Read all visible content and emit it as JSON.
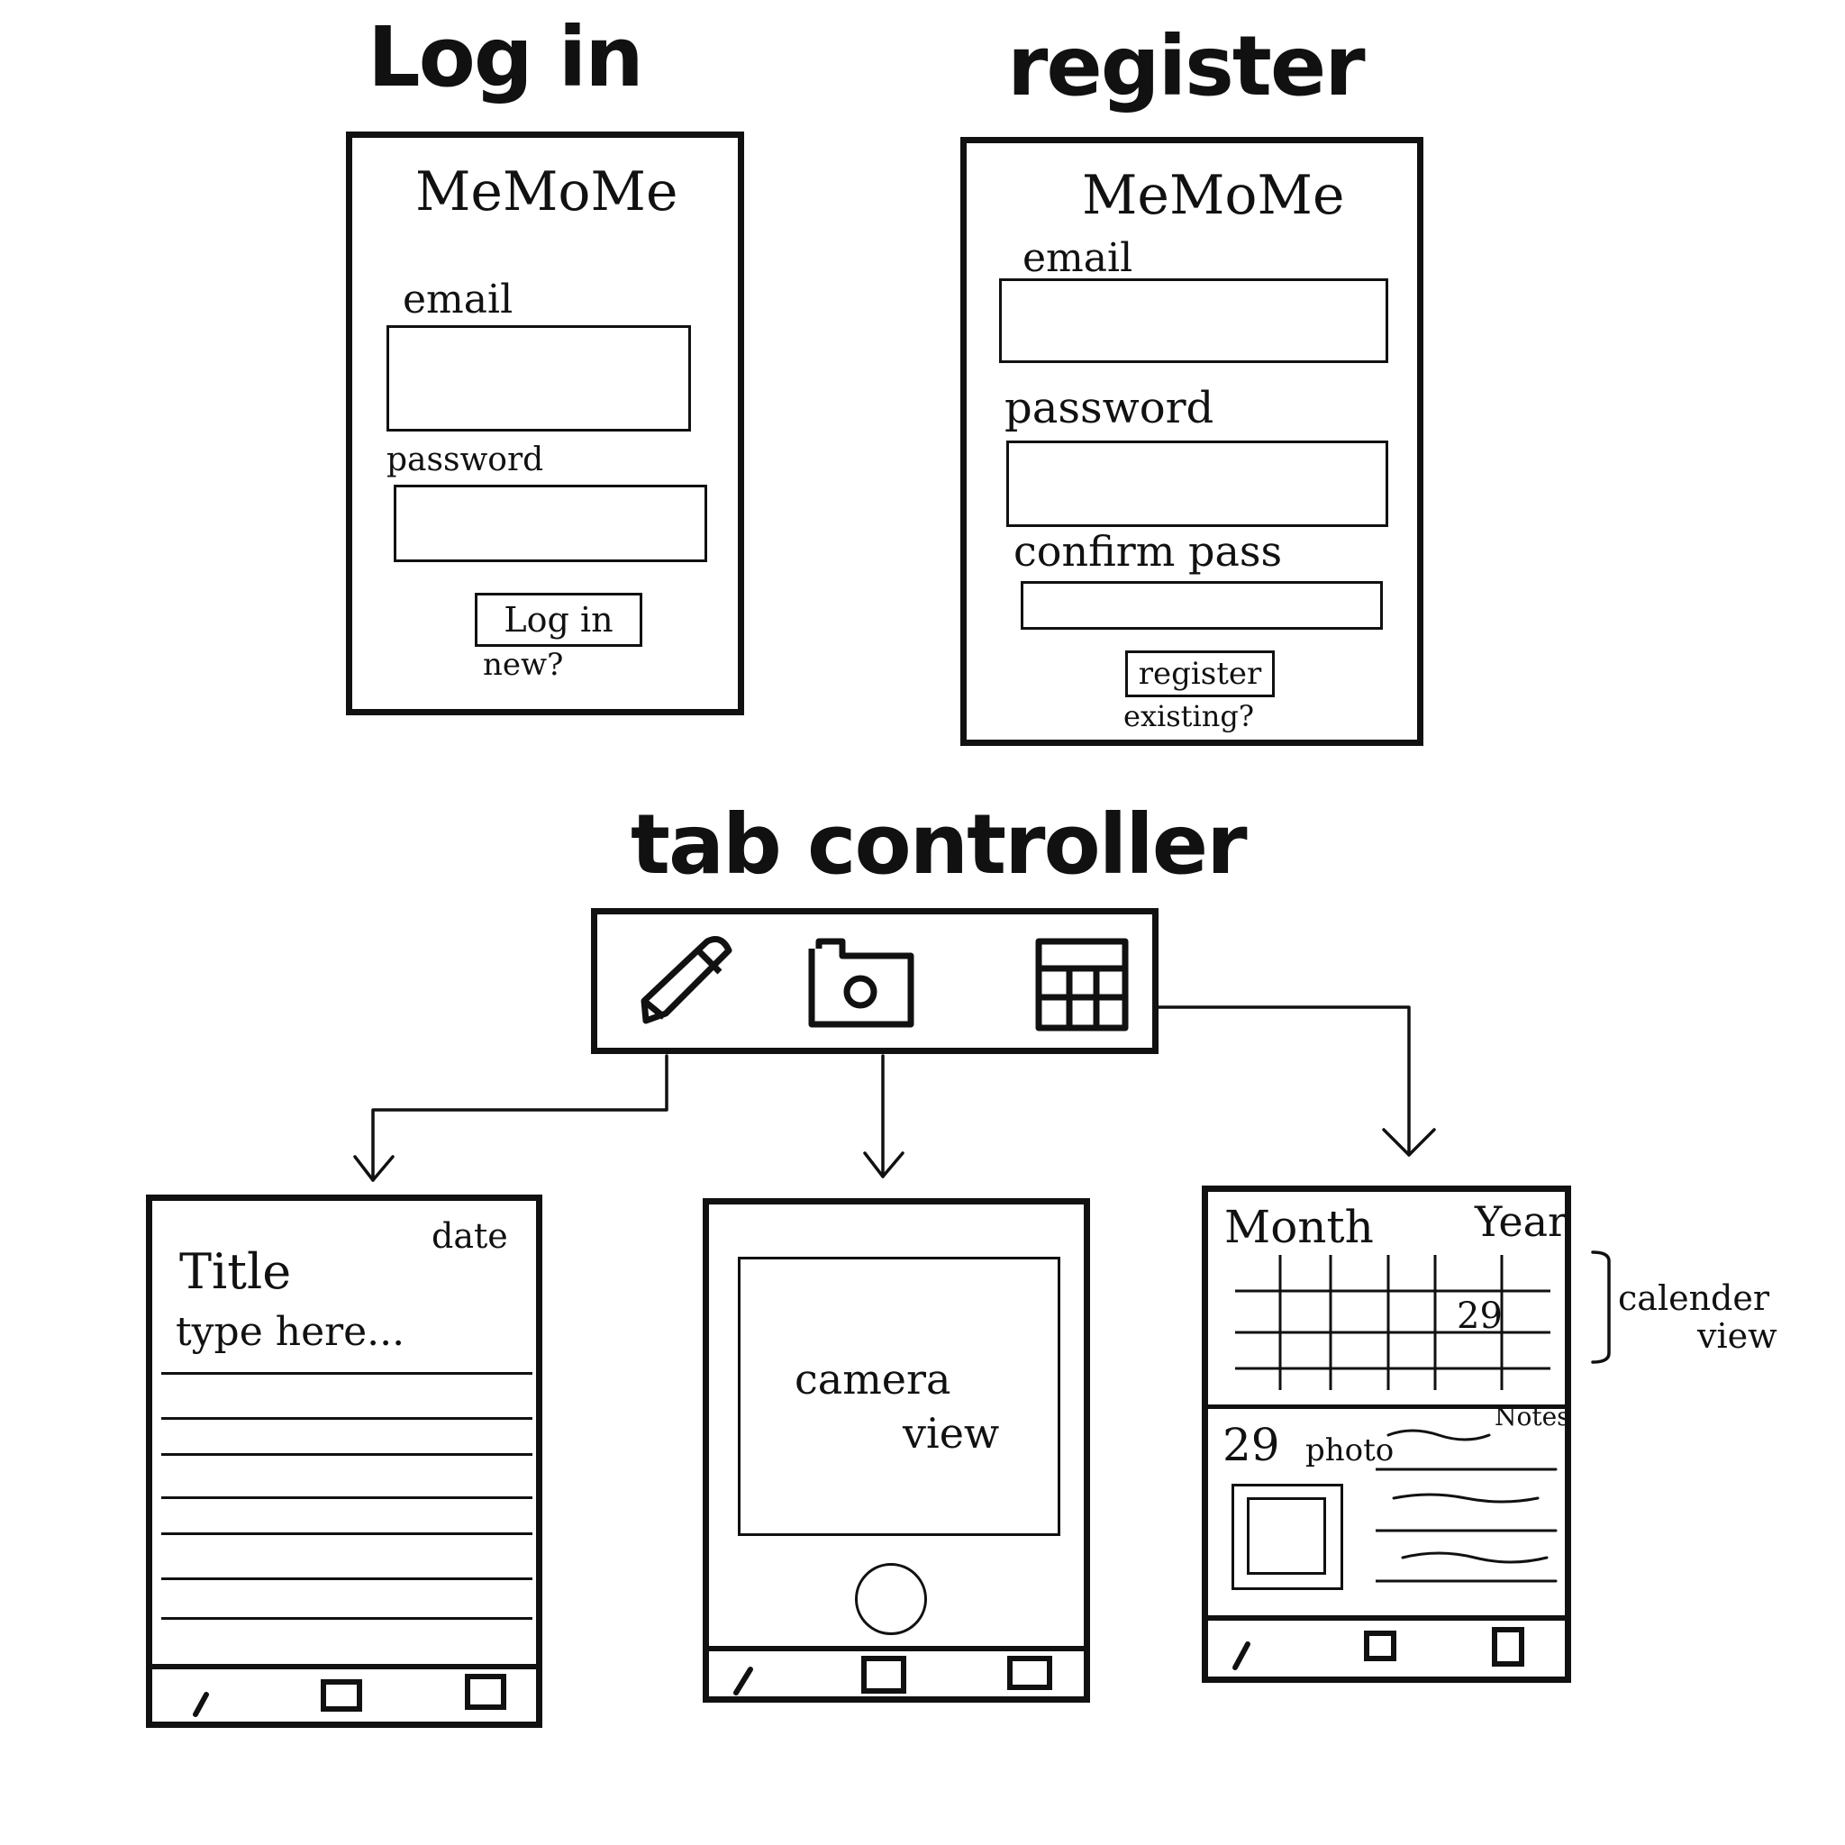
{
  "sections": {
    "login_heading": "Log in",
    "register_heading": "register",
    "tab_controller_heading": "tab controller"
  },
  "login_screen": {
    "app_name": "MeMoMe",
    "email_label": "email",
    "password_label": "password",
    "login_button": "Log in",
    "new_link": "new?"
  },
  "register_screen": {
    "app_name": "MeMoMe",
    "email_label": "email",
    "password_label": "password",
    "confirm_label": "confirm pass",
    "register_button": "register",
    "existing_link": "existing?"
  },
  "tab_controller": {
    "tabs": [
      {
        "icon": "pencil-icon"
      },
      {
        "icon": "camera-icon"
      },
      {
        "icon": "calendar-icon"
      }
    ]
  },
  "notes_screen": {
    "date": "date",
    "title": "Title",
    "placeholder": "type here..."
  },
  "camera_screen": {
    "label_line1": "camera",
    "label_line2": "view"
  },
  "calendar_screen": {
    "month": "Month",
    "year": "Year",
    "highlighted_day": "29",
    "selected_day": "29",
    "photo_label": "photo",
    "notes_label": "Notes",
    "annotation_line1": "calender",
    "annotation_line2": "view"
  }
}
